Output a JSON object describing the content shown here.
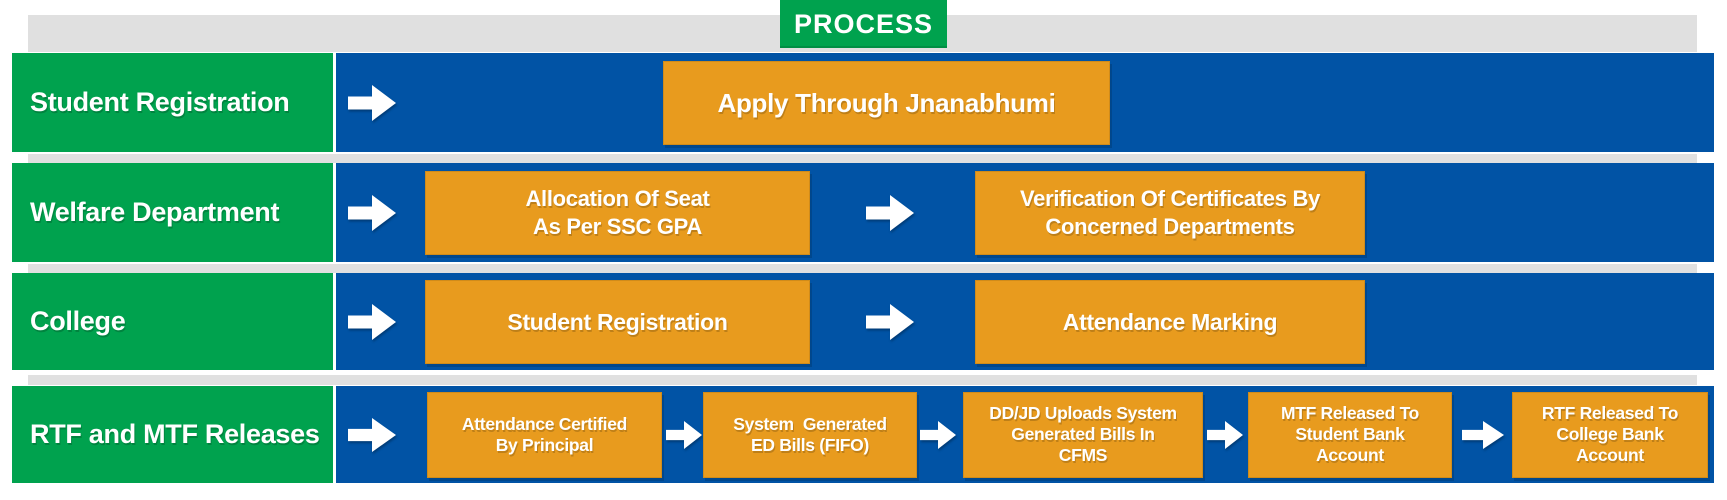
{
  "header": {
    "badge_label": "PROCESS"
  },
  "colors": {
    "green": "#00A24E",
    "blue": "#0153A5",
    "orange": "#E89B1E",
    "gray_bar": "#E0E0E0",
    "text": "#FFFFFF",
    "background": "#FFFFFF"
  },
  "icons": {
    "flow_arrow": "➡"
  },
  "rows": [
    {
      "label": "Student Registration",
      "boxes": [
        {
          "lines": [
            "Apply Through Jnanabhumi"
          ]
        }
      ]
    },
    {
      "label": "Welfare Department",
      "boxes": [
        {
          "lines": [
            "Allocation Of Seat",
            "As Per SSC GPA"
          ]
        },
        {
          "lines": [
            "Verification Of Certificates By",
            "Concerned Departments"
          ]
        }
      ]
    },
    {
      "label": "College",
      "boxes": [
        {
          "lines": [
            "Student Registration"
          ]
        },
        {
          "lines": [
            "Attendance Marking"
          ]
        }
      ]
    },
    {
      "label": "RTF and MTF Releases",
      "boxes": [
        {
          "lines": [
            "Attendance Certified",
            "By Principal"
          ]
        },
        {
          "lines": [
            "System  Generated",
            "ED Bills (FIFO)"
          ]
        },
        {
          "lines": [
            "DD/JD Uploads System",
            "Generated Bills In",
            "CFMS"
          ]
        },
        {
          "lines": [
            "MTF Released To",
            "Student Bank",
            "Account"
          ]
        },
        {
          "lines": [
            "RTF Released To",
            "College Bank",
            "Account"
          ]
        }
      ]
    }
  ]
}
